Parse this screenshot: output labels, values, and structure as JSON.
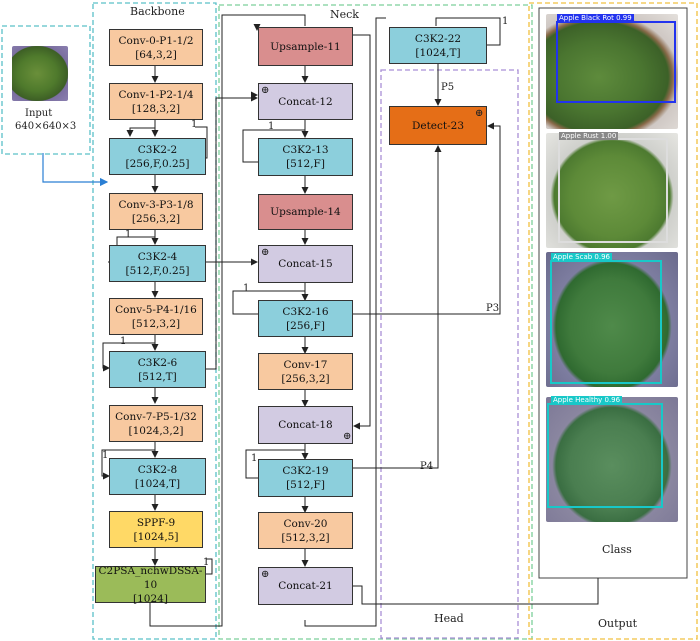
{
  "input": {
    "label": "Input",
    "size": "640×640×3"
  },
  "sections": {
    "backbone": "Backbone",
    "neck": "Neck",
    "head": "Head",
    "output": "Output",
    "class": "Class"
  },
  "backbone": [
    {
      "id": "conv0",
      "name": "Conv-0-P1-1/2",
      "params": "[64,3,2]"
    },
    {
      "id": "conv1",
      "name": "Conv-1-P2-1/4",
      "params": "[128,3,2]"
    },
    {
      "id": "c3k2_2",
      "name": "C3K2-2",
      "params": "[256,F,0.25]"
    },
    {
      "id": "conv3",
      "name": "Conv-3-P3-1/8",
      "params": "[256,3,2]"
    },
    {
      "id": "c3k2_4",
      "name": "C3K2-4",
      "params": "[512,F,0.25]"
    },
    {
      "id": "conv5",
      "name": "Conv-5-P4-1/16",
      "params": "[512,3,2]"
    },
    {
      "id": "c3k2_6",
      "name": "C3K2-6",
      "params": "[512,T]"
    },
    {
      "id": "conv7",
      "name": "Conv-7-P5-1/32",
      "params": "[1024,3,2]"
    },
    {
      "id": "c3k2_8",
      "name": "C3K2-8",
      "params": "[1024,T]"
    },
    {
      "id": "sppf9",
      "name": "SPPF-9",
      "params": "[1024,5]"
    },
    {
      "id": "c2psa10",
      "name": "C2PSA_nchwDSSA-10",
      "params": "[1024]"
    }
  ],
  "neck": [
    {
      "id": "up11",
      "name": "Upsample-11",
      "params": ""
    },
    {
      "id": "cat12",
      "name": "Concat-12",
      "params": ""
    },
    {
      "id": "c3k2_13",
      "name": "C3K2-13",
      "params": "[512,F]"
    },
    {
      "id": "up14",
      "name": "Upsample-14",
      "params": ""
    },
    {
      "id": "cat15",
      "name": "Concat-15",
      "params": ""
    },
    {
      "id": "c3k2_16",
      "name": "C3K2-16",
      "params": "[256,F]"
    },
    {
      "id": "conv17",
      "name": "Conv-17",
      "params": "[256,3,2]"
    },
    {
      "id": "cat18",
      "name": "Concat-18",
      "params": ""
    },
    {
      "id": "c3k2_19",
      "name": "C3K2-19",
      "params": "[512,F]"
    },
    {
      "id": "conv20",
      "name": "Conv-20",
      "params": "[512,3,2]"
    },
    {
      "id": "cat21",
      "name": "Concat-21",
      "params": ""
    }
  ],
  "head": [
    {
      "id": "c3k2_22",
      "name": "C3K2-22",
      "params": "[1024,T]"
    },
    {
      "id": "detect23",
      "name": "Detect-23",
      "params": ""
    }
  ],
  "edge_labels": {
    "p3": "P3",
    "p4": "P4",
    "p5": "P5",
    "one": "1",
    "plus": "⊕"
  },
  "detections": [
    {
      "label": "Apple Black Rot 0.99",
      "color": "#2233ee"
    },
    {
      "label": "Apple Rust 1.00",
      "color": "#dddddd"
    },
    {
      "label": "Apple Scab 0.96",
      "color": "#18c8c8"
    },
    {
      "label": "Apple Healthy 0.96",
      "color": "#18c8c8"
    }
  ],
  "colors": {
    "conv": "#f8c9a0",
    "c3k2": "#8ccfdc",
    "upsample": "#d98e8e",
    "concat": "#d2cbe2",
    "sppf": "#ffd966",
    "c2psa": "#9bbb59",
    "detect": "#e56e17",
    "backbone_border": "#5bc0c8",
    "neck_border": "#7ccf9a",
    "head_border": "#a98fd6",
    "output_border": "#f0c040"
  }
}
